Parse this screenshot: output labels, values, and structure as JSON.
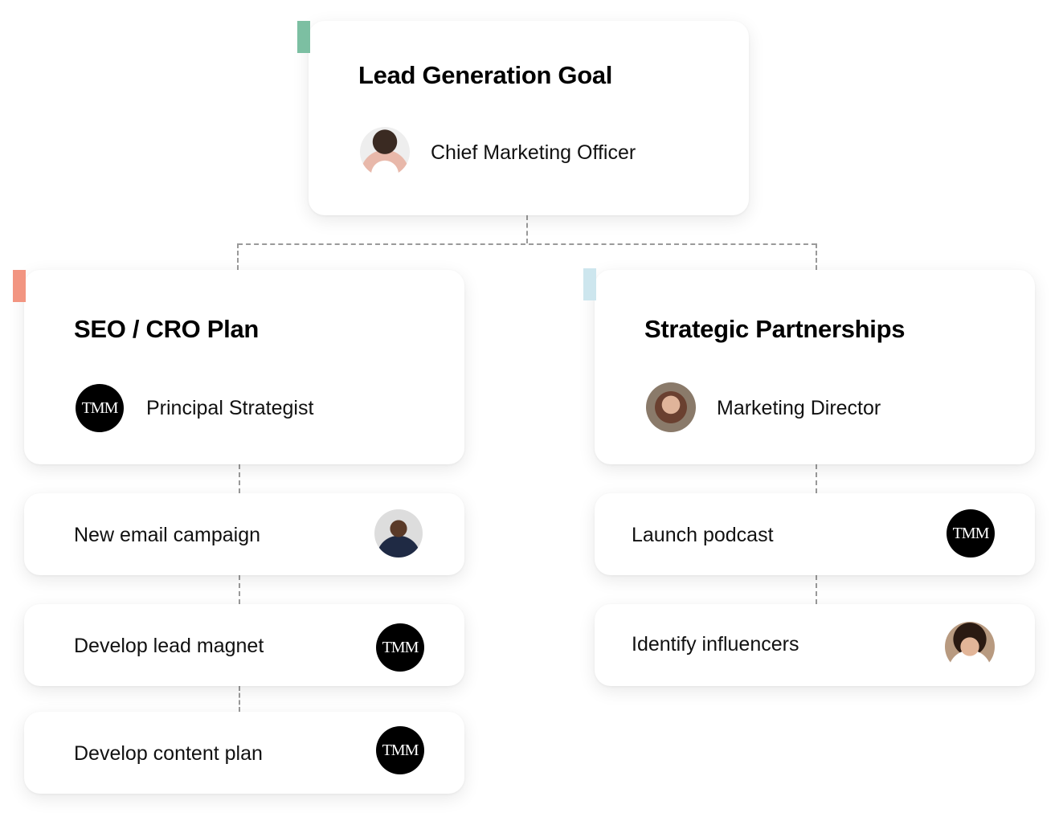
{
  "colors": {
    "goal_accent": "#7cbfa2",
    "seo_accent": "#f29581",
    "partner_accent": "#cde6ee"
  },
  "goal": {
    "title": "Lead Generation Goal",
    "role": "Chief Marketing Officer",
    "avatar": "photo"
  },
  "branches": [
    {
      "title": "SEO / CRO Plan",
      "role": "Principal Strategist",
      "avatar_text": "TMM",
      "tasks": [
        {
          "label": "New email campaign",
          "avatar": "photo"
        },
        {
          "label": "Develop lead magnet",
          "avatar_text": "TMM"
        },
        {
          "label": "Develop content plan",
          "avatar_text": "TMM"
        }
      ]
    },
    {
      "title": "Strategic Partnerships",
      "role": "Marketing Director",
      "avatar": "photo",
      "tasks": [
        {
          "label": "Launch podcast",
          "avatar_text": "TMM"
        },
        {
          "label": "Identify influencers",
          "avatar": "photo"
        }
      ]
    }
  ]
}
